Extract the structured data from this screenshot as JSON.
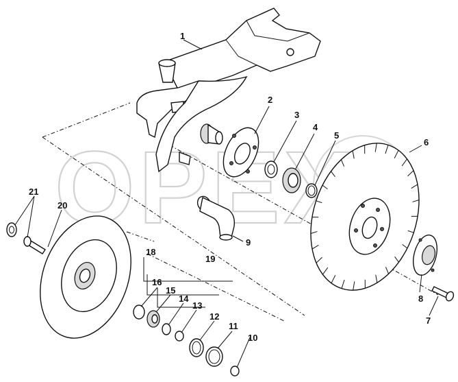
{
  "watermark": {
    "text": "OPEX"
  },
  "callouts": [
    {
      "id": "1",
      "part": "frame-arm"
    },
    {
      "id": "2",
      "part": "hub-flange"
    },
    {
      "id": "3",
      "part": "spacer-ring"
    },
    {
      "id": "4",
      "part": "bearing"
    },
    {
      "id": "5",
      "part": "snap-ring"
    },
    {
      "id": "6",
      "part": "notched-disc"
    },
    {
      "id": "7",
      "part": "bolt"
    },
    {
      "id": "8",
      "part": "hub-cap"
    },
    {
      "id": "9",
      "part": "tube-elbow"
    },
    {
      "id": "10",
      "part": "washer"
    },
    {
      "id": "11",
      "part": "retaining-ring"
    },
    {
      "id": "12",
      "part": "seal-ring"
    },
    {
      "id": "13",
      "part": "small-ring"
    },
    {
      "id": "14",
      "part": "small-washer"
    },
    {
      "id": "15",
      "part": "bearing-small"
    },
    {
      "id": "16",
      "part": "bushing"
    },
    {
      "id": "18",
      "part": "kit-bracket"
    },
    {
      "id": "19",
      "part": "kit-bracket"
    },
    {
      "id": "20",
      "part": "gauge-wheel"
    },
    {
      "id": "21",
      "part": "washer-bolt"
    }
  ]
}
